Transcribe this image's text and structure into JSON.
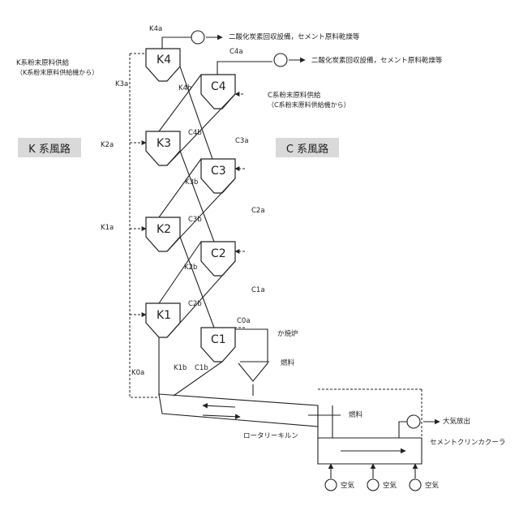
{
  "system_labels": {
    "k_system": "K 系風路",
    "c_system": "C 系風路"
  },
  "units": {
    "K1": "K1",
    "K2": "K2",
    "K3": "K3",
    "K4": "K4",
    "C1": "C1",
    "C2": "C2",
    "C3": "C3",
    "C4": "C4"
  },
  "line_labels": {
    "K4a": "K4a",
    "C4a": "C4a",
    "K3a": "K3a",
    "K4b": "K4b",
    "C4b": "C4b",
    "C3a": "C3a",
    "K2a": "K2a",
    "K3b": "K3b",
    "C2a": "C2a",
    "K1a": "K1a",
    "C3b": "C3b",
    "K2b": "K2b",
    "C1a": "C1a",
    "C2b": "C2b",
    "C0a": "C0a",
    "K0a": "K0a",
    "K1b": "K1b",
    "C1b": "C1b"
  },
  "annotations": {
    "co2_recovery_top": "二酸化炭素回収設備，セメント原料乾燥等",
    "co2_recovery_mid": "二酸化炭素回収設備，セメント原料乾燥等",
    "k_feed_line1": "K系粉末原料供給",
    "k_feed_line2": "（K系粉末原料供給機から）",
    "c_feed_line1": "C系粉末原料供給",
    "c_feed_line2": "（C系粉末原料供給機から）",
    "calciner": "か焼炉",
    "fuel_calciner": "燃料",
    "fuel_kiln": "燃料",
    "rotary_kiln": "ロータリーキルン",
    "atmosphere": "大気放出",
    "cooler": "セメントクリンカクーラ",
    "air_1": "空気",
    "air_2": "空気",
    "air_3": "空気"
  }
}
